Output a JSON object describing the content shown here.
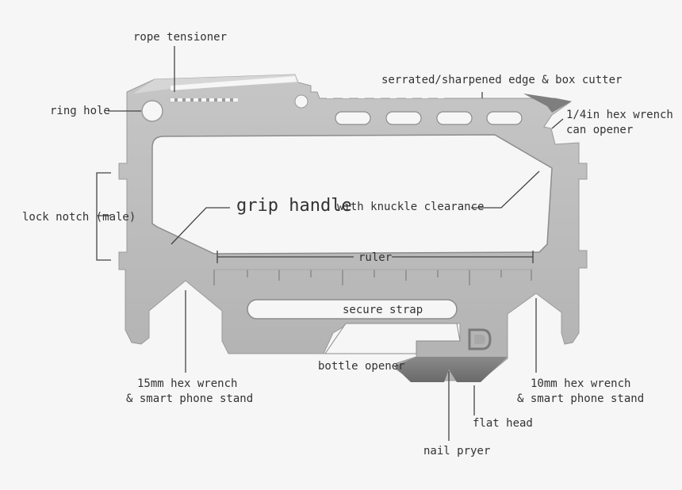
{
  "colors": {
    "background": "#f6f6f6",
    "tool_body": "#b9b9b9",
    "tool_shadow": "#8f8f8f",
    "tool_highlight": "#d4d4d4",
    "text": "#333333",
    "leader_line": "#444444"
  },
  "labels": {
    "rope_tensioner": "rope tensioner",
    "serrated_edge": "serrated/sharpened edge & box cutter",
    "ring_hole": "ring hole",
    "hex_quarter_line1": "1/4in hex wrench",
    "hex_quarter_line2": "can opener",
    "grip_handle_main": "grip handle",
    "grip_handle_sub": "with knuckle clearance",
    "lock_notch": "lock notch (male)",
    "ruler": "ruler",
    "secure_strap": "secure strap",
    "hex15_line1": "15mm hex wrench",
    "hex15_line2": "& smart phone stand",
    "bottle_opener": "bottle opener",
    "hex10_line1": "10mm hex wrench",
    "hex10_line2": "& smart phone stand",
    "flat_head": "flat head",
    "nail_pryer": "nail pryer"
  },
  "logo": {
    "name": "brand-d-logo"
  }
}
